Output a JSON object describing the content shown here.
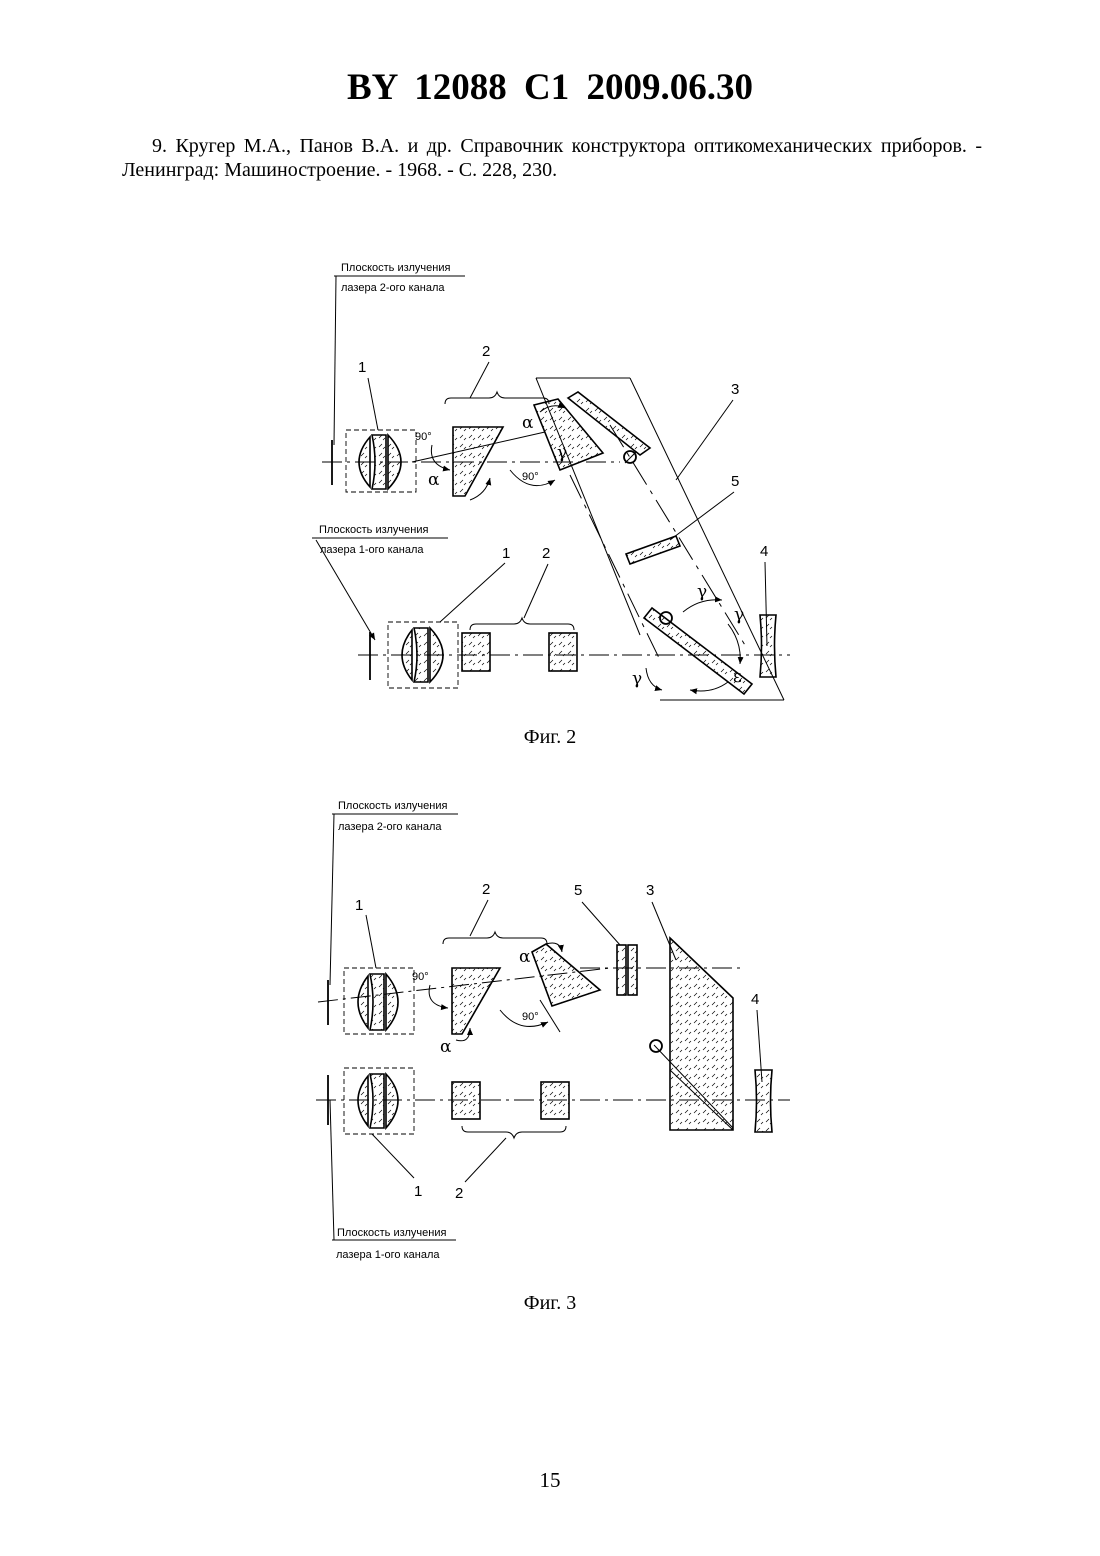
{
  "header": {
    "title": "BY 12088 C1 2009.06.30"
  },
  "reference": {
    "text": "9. Кругер М.А., Панов В.А. и др. Справочник конструктора оптикомеханических приборов. - Ленинград: Машиностроение. - 1968. - С. 228, 230."
  },
  "figure2": {
    "caption": "Фиг. 2",
    "plane2_line1": "Плоскость излучения",
    "plane2_line2": "лазера 2-ого канала",
    "plane1_line1": "Плоскость излучения",
    "plane1_line2": "лазера 1-ого канала",
    "n1_top": "1",
    "n2_top": "2",
    "n3": "3",
    "n5": "5",
    "n1_bottom": "1",
    "n2_bottom": "2",
    "n4": "4",
    "angle90_a": "90°",
    "angle90_b": "90°",
    "alpha": "α",
    "gamma": "γ",
    "epsilon": "ε"
  },
  "figure3": {
    "caption": "Фиг. 3",
    "plane2_line1": "Плоскость излучения",
    "plane2_line2": "лазера 2-ого канала",
    "plane1_line1": "Плоскость излучения",
    "plane1_line2": "лазера 1-ого канала",
    "n1_top": "1",
    "n2_top": "2",
    "n5": "5",
    "n3": "3",
    "n4": "4",
    "n1_bottom": "1",
    "n2_bottom": "2",
    "angle90_a": "90°",
    "angle90_b": "90°",
    "alpha": "α"
  },
  "page_number": "15"
}
